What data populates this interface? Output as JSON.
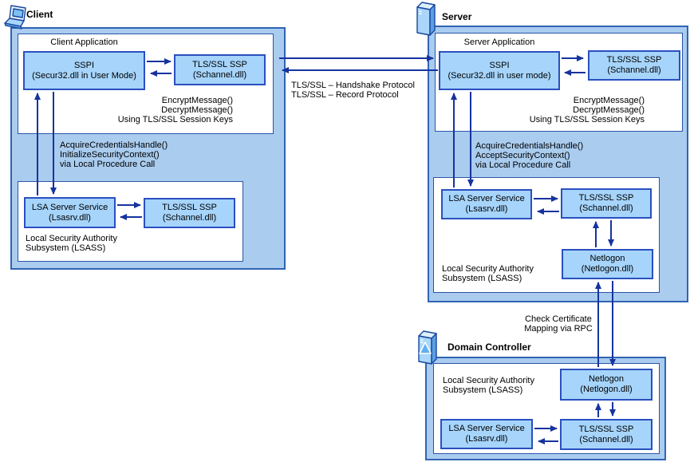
{
  "colors": {
    "container_fill": "#A9CCEF",
    "container_border": "#3164B4",
    "white_border": "#2A55A8",
    "box_fill": "#A6D4FB",
    "box_border": "#2A50C0",
    "arrow": "#16339E"
  },
  "client": {
    "title": "Client",
    "app_label": "Client Application",
    "sspi_label": "SSPI\n(Secur32.dll in User Mode)",
    "ssp_label": "TLS/SSL SSP\n(Schannel.dll)",
    "crypto_note": "EncryptMessage()\nDecryptMessage()\nUsing TLS/SSL Session Keys",
    "acquire_note": "AcquireCredentialsHandle()\nInitializeSecurityContext()\nvia Local Procedure Call",
    "lsa_label": "LSA Server Service\n(Lsasrv.dll)",
    "lsass_ssp_label": "TLS/SSL SSP\n(Schannel.dll)",
    "lsass_note": "Local Security Authority\nSubsystem (LSASS)"
  },
  "link": {
    "handshake": "TLS/SSL – Handshake Protocol",
    "record": "TLS/SSL – Record Protocol"
  },
  "server": {
    "title": "Server",
    "app_label": "Server Application",
    "sspi_label": "SSPI\n(Secur32.dll in user mode)",
    "ssp_label": "TLS/SSL SSP\n(Schannel.dll)",
    "crypto_note": "EncryptMessage()\nDecryptMessage()\nUsing TLS/SSL Session Keys",
    "acquire_note": "AcquireCredentialsHandle()\nAcceptSecurityContext()\nvia Local Procedure Call",
    "lsa_label": "LSA Server Service\n(Lsasrv.dll)",
    "lsass_ssp_label": "TLS/SSL SSP\n(Schannel.dll)",
    "netlogon_label": "Netlogon\n(Netlogon.dll)",
    "lsass_note": "Local Security Authority\nSubsystem (LSASS)"
  },
  "rpc_note": "Check Certificate\nMapping via RPC",
  "dc": {
    "title": "Domain Controller",
    "lsass_note": "Local Security Authority\nSubsystem (LSASS)",
    "netlogon_label": "Netlogon\n(Netlogon.dll)",
    "lsa_label": "LSA Server Service\n(Lsasrv.dll)",
    "ssp_label": "TLS/SSL SSP\n(Schannel.dll)"
  }
}
